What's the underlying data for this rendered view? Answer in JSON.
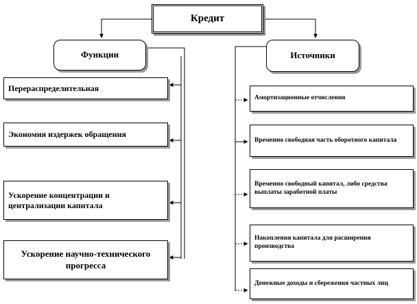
{
  "root": {
    "label": "Кредит"
  },
  "functions": {
    "heading": "Функции",
    "items": [
      {
        "label": "Перераспределительная"
      },
      {
        "label": "Экономия издержек обращения"
      },
      {
        "label": "Ускорение концентрации и централизации капитала"
      },
      {
        "label": "Ускорение научно-технического прогресса"
      }
    ]
  },
  "sources": {
    "heading": "Источники",
    "items": [
      {
        "label": "Амортизационные отчисления"
      },
      {
        "label": "Временно свободная часть оборотного капитала"
      },
      {
        "label": "Временно свободный капитал, либо средства выплаты заработной платы"
      },
      {
        "label": "Накопления капитала для расширения производства"
      },
      {
        "label": "Денежные доходы и сбережения частных лиц"
      }
    ]
  },
  "colors": {
    "line": "#000000",
    "shadow": "#9a9a9a",
    "background": "#ffffff"
  }
}
